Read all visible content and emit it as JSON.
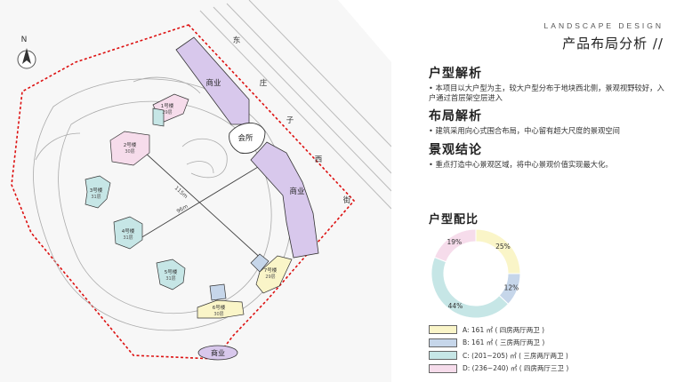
{
  "header": {
    "en": "LANDSCAPE DESIGN",
    "cn": "产品布局分析 //"
  },
  "sections": {
    "units": {
      "title": "户型解析",
      "text": "• 本项目以大户型为主，较大户型分布于地块西北侧，景观视野较好，入户通过首层架空层进入"
    },
    "layout": {
      "title": "布局解析",
      "text": "• 建筑采用向心式围合布局，中心留有超大尺度的景观空间"
    },
    "landscape": {
      "title": "景观结论",
      "text": "• 重点打造中心景观区域，将中心景观价值实现最大化。"
    }
  },
  "plan": {
    "north": "N",
    "road": [
      "东",
      "庄",
      "子",
      "西",
      "街"
    ],
    "commercial": "商业",
    "clubhouse": "会所",
    "dims": [
      "115m",
      "96m"
    ],
    "buildings": [
      {
        "name": "1号楼",
        "floors": "29层"
      },
      {
        "name": "2号楼",
        "floors": "30层"
      },
      {
        "name": "3号楼",
        "floors": "31层"
      },
      {
        "name": "4号楼",
        "floors": "31层"
      },
      {
        "name": "5号楼",
        "floors": "31层"
      },
      {
        "name": "6号楼",
        "floors": "30层"
      },
      {
        "name": "7号楼",
        "floors": "29层"
      }
    ]
  },
  "mix": {
    "title": "户型配比",
    "segments": [
      {
        "key": "A",
        "value": 25,
        "label": "25%",
        "color": "#faf5c8"
      },
      {
        "key": "B",
        "value": 12,
        "label": "12%",
        "color": "#c6d6ea"
      },
      {
        "key": "C",
        "value": 44,
        "label": "44%",
        "color": "#c6e6e6"
      },
      {
        "key": "D",
        "value": 19,
        "label": "19%",
        "color": "#f6dceb"
      }
    ],
    "legend": [
      {
        "text": "A: 161 ㎡ ( 四房两厅两卫 )",
        "color": "#faf5c8"
      },
      {
        "text": "B: 161 ㎡ ( 三房两厅两卫 )",
        "color": "#c6d6ea"
      },
      {
        "text": "C: (201~205) ㎡ ( 三房两厅两卫 )",
        "color": "#c6e6e6"
      },
      {
        "text": "D: (236~240) ㎡ ( 四房两厅三卫 )",
        "color": "#f6dceb"
      }
    ]
  }
}
